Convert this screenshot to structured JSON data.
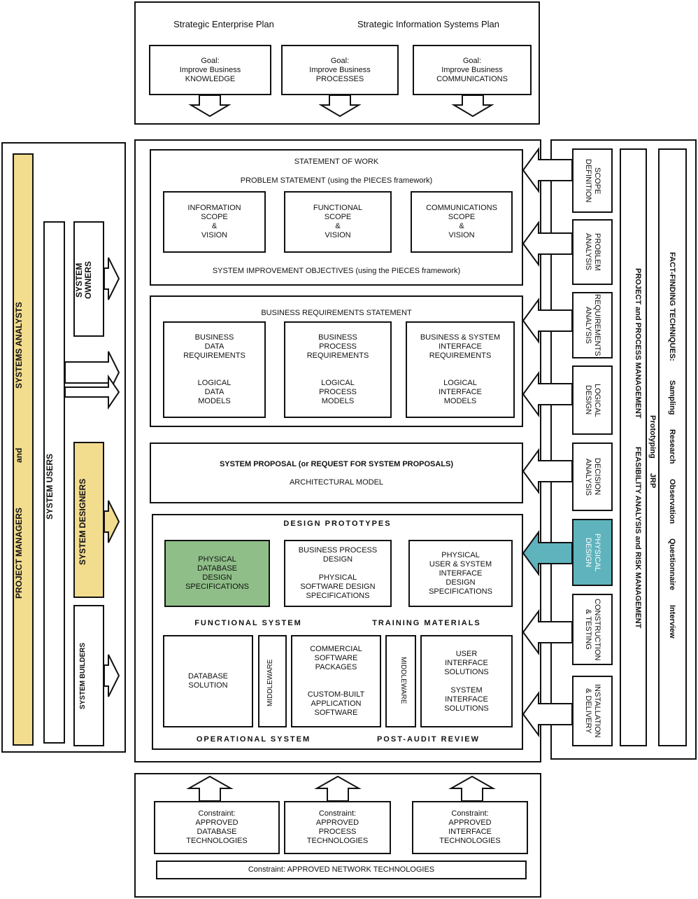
{
  "plans": {
    "enterprise": "Strategic Enterprise Plan",
    "information": "Strategic Information Systems Plan",
    "goals": [
      "Goal:\nImprove Business\nKNOWLEDGE",
      "Goal:\nImprove Business\nPROCESSES",
      "Goal:\nImprove Business\nCOMMUNICATIONS"
    ]
  },
  "roles": {
    "managers": "PROJECT MANAGERS",
    "and": "and",
    "analysts": "SYSTEMS ANALYSTS",
    "users": "SYSTEM USERS",
    "owners": "SYSTEM\nOWNERS",
    "designers": "SYSTEM DESIGNERS",
    "builders": "SYSTEM BUILDERS"
  },
  "statement_of_work": {
    "title": "STATEMENT OF WORK",
    "problem": "PROBLEM STATEMENT (using the PIECES framework)",
    "scopes": [
      "INFORMATION\nSCOPE\n&\nVISION",
      "FUNCTIONAL\nSCOPE\n&\nVISION",
      "COMMUNICATIONS\nSCOPE\n&\nVISION"
    ],
    "objectives": "SYSTEM IMPROVEMENT OBJECTIVES (using the PIECES framework)"
  },
  "business_requirements": {
    "title": "BUSINESS REQUIREMENTS STATEMENT",
    "items": [
      "BUSINESS\nDATA\nREQUIREMENTS\n\n\nLOGICAL\nDATA\nMODELS",
      "BUSINESS\nPROCESS\nREQUIREMENTS\n\n\nLOGICAL\nPROCESS\nMODELS",
      "BUSINESS & SYSTEM\nINTERFACE\nREQUIREMENTS\n\n\nLOGICAL\nINTERFACE\nMODELS"
    ]
  },
  "proposal": {
    "title": "SYSTEM PROPOSAL  (or  REQUEST FOR SYSTEM PROPOSALS)",
    "model": "ARCHITECTURAL MODEL"
  },
  "design": {
    "prototypes": "DESIGN PROTOTYPES",
    "database_specs": "PHYSICAL\nDATABASE\nDESIGN\nSPECIFICATIONS",
    "process_specs": "BUSINESS PROCESS\nDESIGN\n\nPHYSICAL\nSOFTWARE DESIGN\nSPECIFICATIONS",
    "interface_specs": "PHYSICAL\nUSER & SYSTEM\nINTERFACE\nDESIGN\nSPECIFICATIONS",
    "functional_system": "FUNCTIONAL SYSTEM",
    "training": "TRAINING MATERIALS",
    "database_solution": "DATABASE\nSOLUTION",
    "middleware": "MIDDLEWARE",
    "software": "COMMERCIAL\nSOFTWARE\nPACKAGES\n\n\nCUSTOM-BUILT\nAPPLICATION\nSOFTWARE",
    "interface_solutions": "USER\nINTERFACE\nSOLUTIONS\n\nSYSTEM\nINTERFACE\nSOLUTIONS",
    "operational": "OPERATIONAL SYSTEM",
    "post_audit": "POST-AUDIT REVIEW"
  },
  "phases": [
    "SCOPE\nDEFINITION",
    "PROBLEM\nANALYSIS",
    "REQUIREMENTS\nANALYSIS",
    "LOGICAL\nDESIGN",
    "DECISION\nANALYSIS",
    "PHYSICAL\nDESIGN",
    "CONSTRUCTION\n& TESTING",
    "INSTALLATION\n& DELIVERY"
  ],
  "management": {
    "project": "PROJECT and PROCESS MANAGEMENT",
    "feasibility": "FEASIBILITY ANALYSIS and RISK MANAGEMENT"
  },
  "fact_finding": {
    "label": "FACT-FINDING TECHNIQUES:",
    "techniques": [
      "Sampling",
      "Research",
      "Observation",
      "Questionnaire",
      "Interview",
      "Prototyping",
      "JRP"
    ]
  },
  "constraints": {
    "items": [
      "Constraint:\nAPPROVED\nDATABASE\nTECHNOLOGIES",
      "Constraint:\nAPPROVED\nPROCESS\nTECHNOLOGIES",
      "Constraint:\nAPPROVED\nINTERFACE\nTECHNOLOGIES"
    ],
    "network": "Constraint: APPROVED NETWORK TECHNOLOGIES"
  },
  "colors": {
    "role_fill": "#f2dc8e",
    "database_fill": "#8fbe88",
    "physical_design_fill": "#5fb3bd",
    "line": "#111111"
  }
}
